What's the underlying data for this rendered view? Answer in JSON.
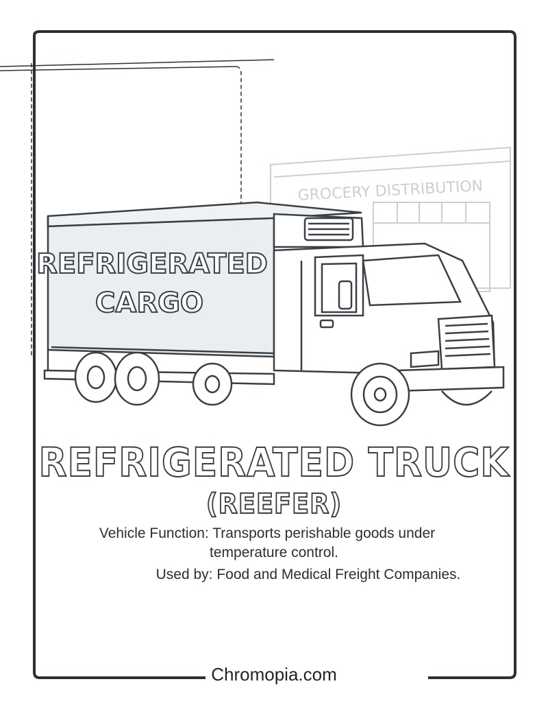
{
  "truck": {
    "box_label_line1": "REFRIGERATED",
    "box_label_line2": "CARGO"
  },
  "building": {
    "sign_text": "GROCERY DISTRIBUTION"
  },
  "title": {
    "line1": "REFRIGERATED TRUCK",
    "line2": "(REEFER)"
  },
  "description": {
    "line1": "Vehicle Function: Transports perishable goods under",
    "line2": "temperature control.",
    "line3": "Used by: Food and Medical Freight Companies."
  },
  "footer": {
    "site": "Chromopia.com"
  },
  "colors": {
    "ink": "#3a3f44",
    "frame": "#2c3035",
    "shade": "#e8eef1"
  }
}
